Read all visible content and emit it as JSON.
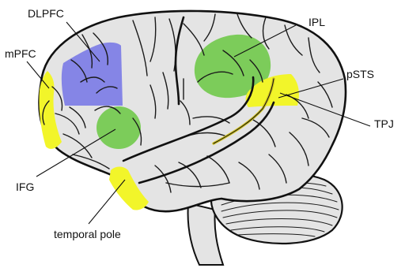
{
  "labels": {
    "dlpfc": "DLPFC",
    "mpfc": "mPFC",
    "ifg": "IFG",
    "temporal_pole": "temporal pole",
    "ipl": "IPL",
    "psts": "pSTS",
    "tpj": "TPJ"
  },
  "colors": {
    "brain_fill": "#e4e4e4",
    "outline": "#111111",
    "dlpfc_region": "#8585e6",
    "green_region": "#7ccc5a",
    "yellow_region": "#f2f52a",
    "cerebellum_fill": "#e4e4e4"
  }
}
